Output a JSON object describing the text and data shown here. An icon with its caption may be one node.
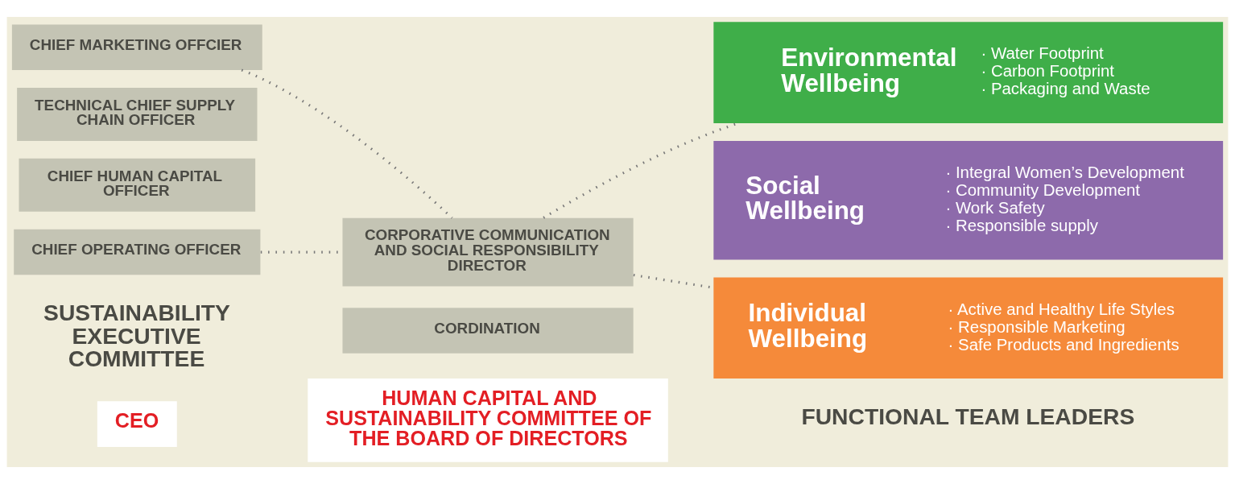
{
  "diagram": {
    "nodes": [
      {
        "text": [
          "CEO"
        ]
      },
      {
        "text": [
          "HUMAN CAPITAL AND SUSTAINABILITY COMMITTEE OF THE BOARD OF DIRECTORS"
        ]
      },
      {
        "text": [
          "CHIEF OPERATING OFFICER"
        ]
      },
      {
        "text": [
          "CHIEF HUMAN CAPITAL OFFICER"
        ]
      },
      {
        "text": [
          "TECHNICAL CHIEF SUPPLY CHAIN OFFICER"
        ]
      },
      {
        "text": [
          "CHIEF MARKETING OFFCIER"
        ]
      },
      {
        "text": [
          "CORDINATION"
        ]
      },
      {
        "text": [
          "CORPORATIVE COMMUNICATION AND SOCIAL RESPONSIBILITY DIRECTOR"
        ]
      },
      {
        "text": [
          "Individual Wellbeing",
          "· Active and Healthy Life Styles",
          "· Responsible Marketing",
          "· Safe Products and Ingredients"
        ]
      },
      {
        "text": [
          "Social Wellbeing",
          "· Integral Women’s Development",
          "· Community Development",
          "· Work Safety",
          "· Responsible supply"
        ]
      },
      {
        "text": [
          "Environmental Wellbeing",
          "· Water Footprint",
          "· Carbon Footprint",
          "· Packaging and Waste"
        ]
      }
    ],
    "edges": [
      {
        "from": 2,
        "to": 7,
        "arrow": "none",
        "style": "dashed"
      },
      {
        "from": 5,
        "to": 7,
        "arrow": "none",
        "style": "dashed"
      },
      {
        "from": 7,
        "to": 8,
        "arrow": "none",
        "style": "dashed"
      },
      {
        "from": 7,
        "to": 10,
        "arrow": "none",
        "style": "dashed"
      }
    ],
    "labels": [
      "SUSTAINABILITY EXECUTIVE COMMITTEE",
      "FUNCTIONAL TEAM LEADERS"
    ]
  }
}
